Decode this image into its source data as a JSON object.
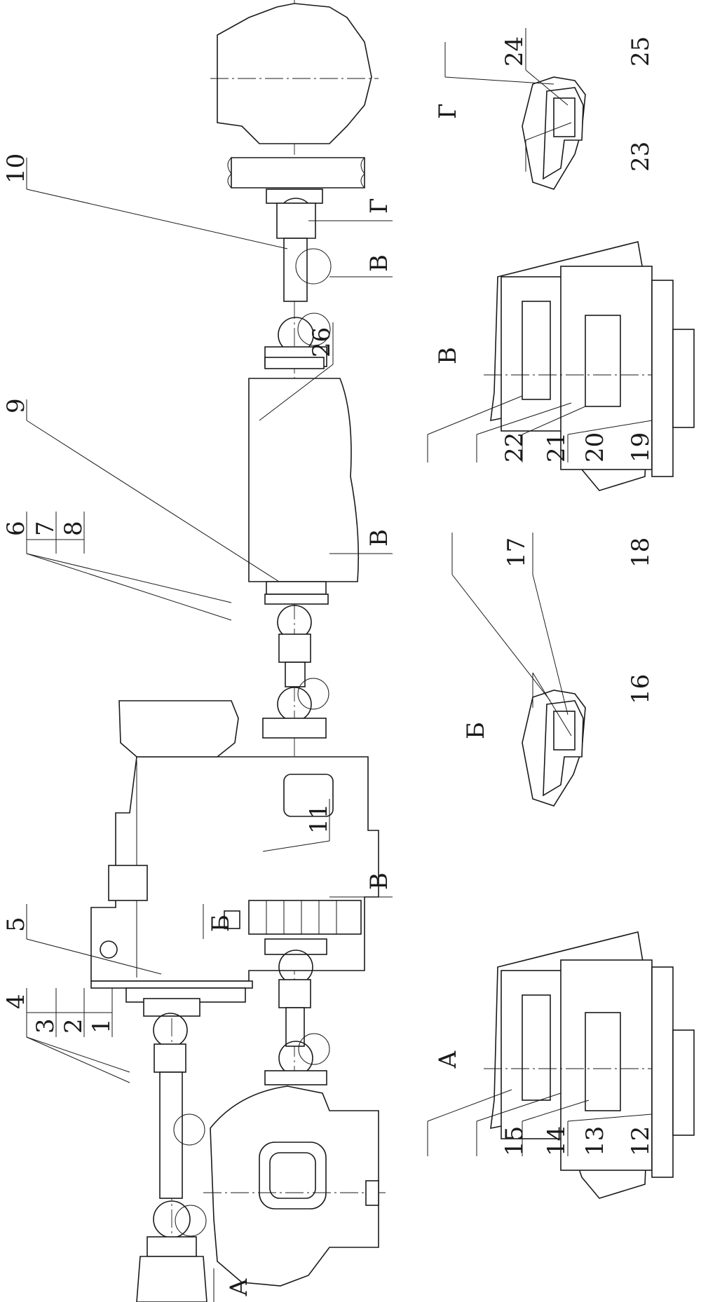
{
  "callouts": {
    "c1": "1",
    "c2": "2",
    "c3": "3",
    "c4": "4",
    "c5": "5",
    "c6": "6",
    "c7": "7",
    "c8": "8",
    "c9": "9",
    "c10": "10",
    "c11": "11",
    "c12": "12",
    "c13": "13",
    "c14": "14",
    "c15": "15",
    "c16": "16",
    "c17": "17",
    "c18": "18",
    "c19": "19",
    "c20": "20",
    "c21": "21",
    "c22": "22",
    "c23": "23",
    "c24": "24",
    "c25": "25",
    "c26": "26"
  },
  "view_labels": {
    "a_ref": "А",
    "b_ref": "Б",
    "v_ref_lower": "В",
    "v_ref_middle": "В",
    "v_ref_upper": "В",
    "g_ref": "Г",
    "a_title": "А",
    "b_title": "Б",
    "v_title": "В",
    "g_title": "Г"
  }
}
